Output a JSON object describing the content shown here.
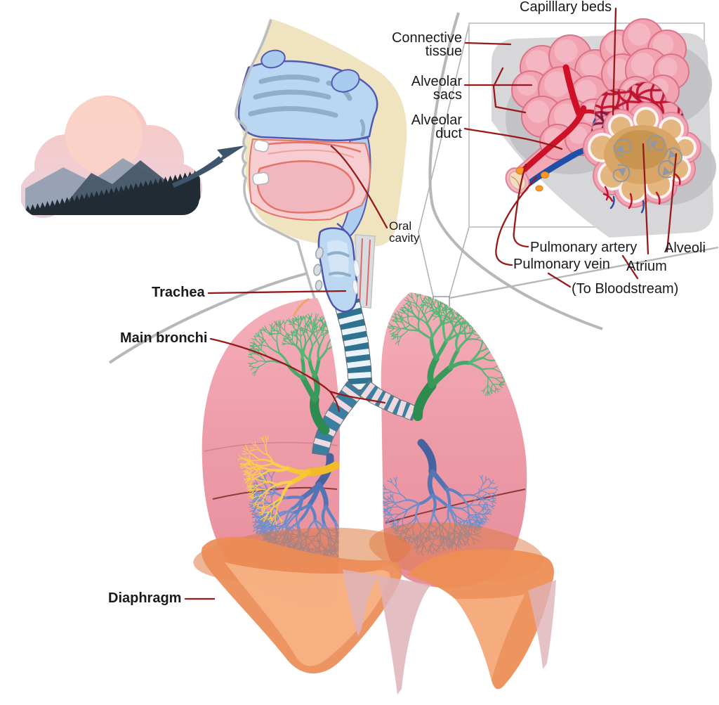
{
  "labels": {
    "capillary_beds": "Capilllary beds",
    "connective_tissue": "Connective\ntissue",
    "alveolar_sacs": "Alveolar\nsacs",
    "alveolar_duct": "Alveolar\nduct",
    "oral_cavity": "Oral\ncavity",
    "trachea": "Trachea",
    "main_bronchi": "Main bronchi",
    "diaphragm": "Diaphragm",
    "pulmonary_artery": "Pulmonary artery",
    "pulmonary_vein": "Pulmonary vein",
    "to_bloodstream": "(To Bloodstream)",
    "alveoli": "Alveoli",
    "atrium": "Atrium"
  },
  "colors": {
    "label_text": "#1a1a1a",
    "leader_line": "#961A1A",
    "lung_pink": "#EE9CA9",
    "bronchial_tree_green": "#3F9E60",
    "vascular_tree_blue": "#5578BA",
    "airway_tree_yellow": "#F7C637",
    "trachea_teal": "#2E7392",
    "diaphragm_orange": "#EC8C55",
    "alveolar_sac_pink": "#F2A3B2",
    "artery_red": "#CE1126",
    "vein_blue": "#1F4FA8",
    "atrium_tan": "#D8A566",
    "connective_tissue_gray": "#D7D7D9",
    "callout_gray": "#B4B4B4"
  }
}
